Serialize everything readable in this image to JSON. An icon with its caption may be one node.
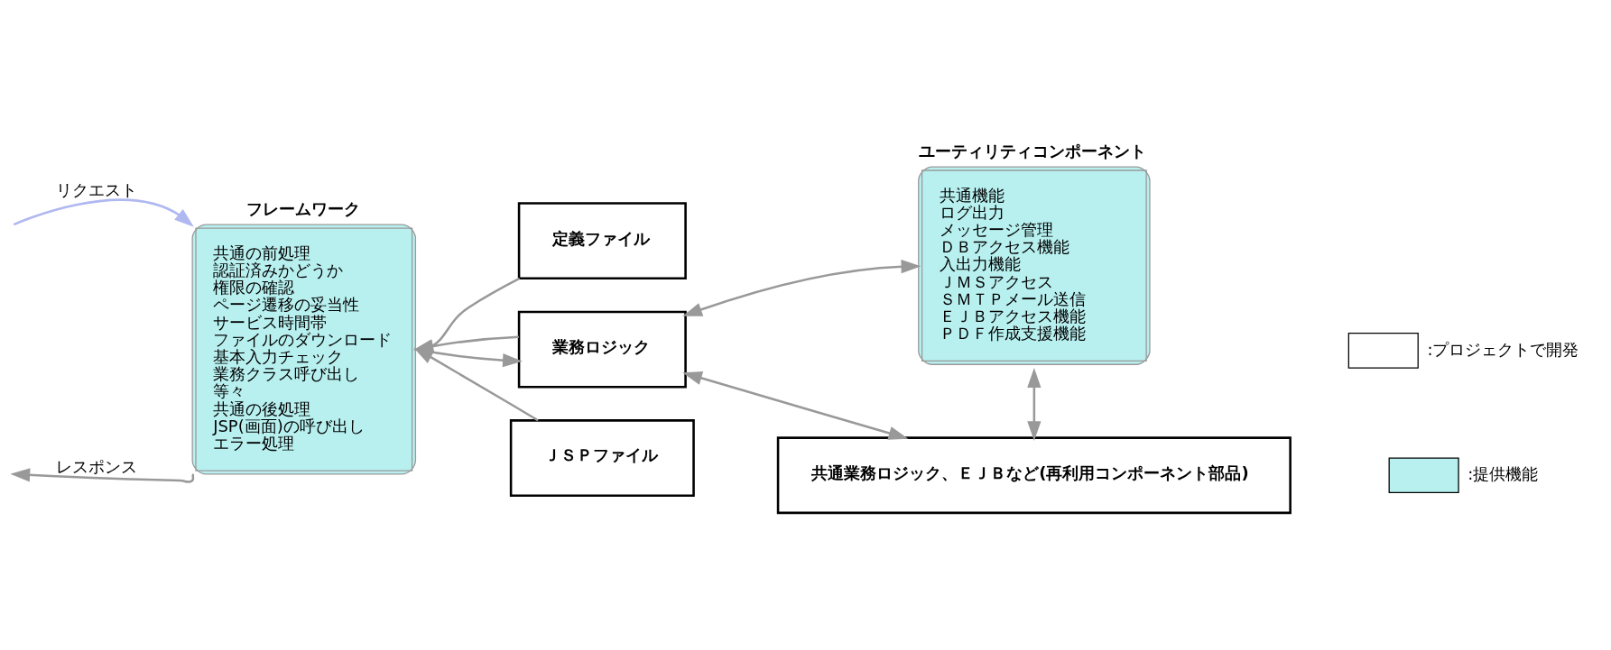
{
  "diagram": {
    "nodes": [
      {
        "text": [
          "フレームワーク",
          "共通の前処理",
          "認証済みかどうか",
          "権限の確認",
          "ページ遷移の妥当性",
          "サービス時間帯",
          "ファイルのダウンロード",
          "基本入力チェック",
          "業務クラス呼び出し",
          "等々",
          "共通の後処理",
          "JSP(画面)の呼び出し",
          "エラー処理"
        ]
      },
      {
        "text": [
          "定義ファイル"
        ]
      },
      {
        "text": [
          "業務ロジック"
        ]
      },
      {
        "text": [
          "ＪＳＰファイル"
        ]
      },
      {
        "text": [
          "ユーティリティコンポーネント",
          "共通機能",
          "ログ出力",
          "メッセージ管理",
          "ＤＢアクセス機能",
          "入出力機能",
          "ＪＭＳアクセス",
          "ＳＭＴＰメール送信",
          "ＥＪＢアクセス機能",
          "ＰＤＦ作成支援機能"
        ]
      },
      {
        "text": [
          "共通業務ロジック、ＥＪＢなど(再利用コンポーネント部品)"
        ]
      }
    ],
    "edges": [
      {
        "from": null,
        "to": 0,
        "arrow": "to",
        "label": "リクエスト",
        "color": "#b0b8f0"
      },
      {
        "from": 0,
        "to": null,
        "arrow": "to",
        "label": "レスポンス"
      },
      {
        "from": 1,
        "to": 0,
        "arrow": "to"
      },
      {
        "from": 0,
        "to": 2,
        "arrow": "to"
      },
      {
        "from": 2,
        "to": 0,
        "arrow": "to"
      },
      {
        "from": 3,
        "to": 0,
        "arrow": "to"
      },
      {
        "from": 2,
        "to": 4,
        "arrow": "both"
      },
      {
        "from": 2,
        "to": 5,
        "arrow": "both"
      },
      {
        "from": 4,
        "to": 5,
        "arrow": "both"
      }
    ],
    "legend": [
      {
        "text": ":プロジェクトで開発",
        "color": "#ffffff"
      },
      {
        "text": ":提供機能",
        "color": "#b8f0f0"
      }
    ]
  }
}
